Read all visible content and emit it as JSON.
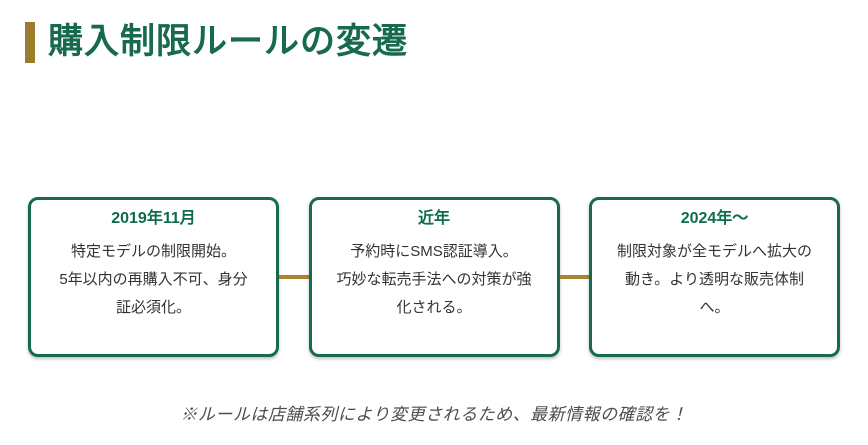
{
  "header": {
    "title": "購入制限ルールの変遷"
  },
  "timeline": {
    "items": [
      {
        "period": "2019年11月",
        "description": "特定モデルの制限開始。\n5年以内の再購入不可、身分\n証必須化。"
      },
      {
        "period": "近年",
        "description": "予約時にSMS認証導入。\n巧妙な転売手法への対策が強\n化される。"
      },
      {
        "period": "2024年～",
        "description": "制限対象が全モデルへ拡大の\n動き。より透明な販売体制\nへ。"
      }
    ]
  },
  "footnote": {
    "text": "※ルールは店舗系列により変更されるため、最新情報の確認を！"
  },
  "colors": {
    "accent_green": "#176a4b",
    "period_green": "#0e6b4f",
    "accent_gold_bar": "#9b7b2d",
    "connector_gold": "#a8862d",
    "body_text": "#333333",
    "footnote_gray": "#4d4d4d",
    "background": "#ffffff"
  }
}
